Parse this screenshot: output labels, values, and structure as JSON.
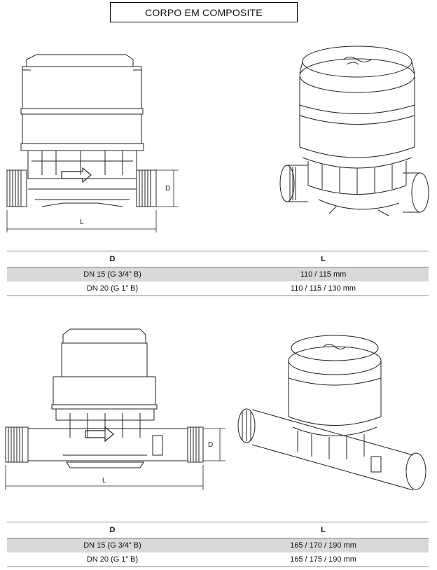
{
  "title": "CORPO EM COMPOSITE",
  "drawings": {
    "top": {
      "dim_d": "D",
      "dim_l": "L"
    },
    "bottom": {
      "dim_d": "D",
      "dim_l": "L"
    }
  },
  "table1": {
    "headers": [
      "D",
      "L"
    ],
    "rows": [
      [
        "DN 15 (G 3/4” B)",
        "110 / 115 mm"
      ],
      [
        "DN 20 (G 1” B)",
        "110 / 115 / 130 mm"
      ]
    ]
  },
  "table2": {
    "headers": [
      "D",
      "L"
    ],
    "rows": [
      [
        "DN 15 (G 3/4” B)",
        "165 / 170 / 190 mm"
      ],
      [
        "DN 20 (G 1” B)",
        "165 / 175 / 190 mm"
      ]
    ]
  }
}
